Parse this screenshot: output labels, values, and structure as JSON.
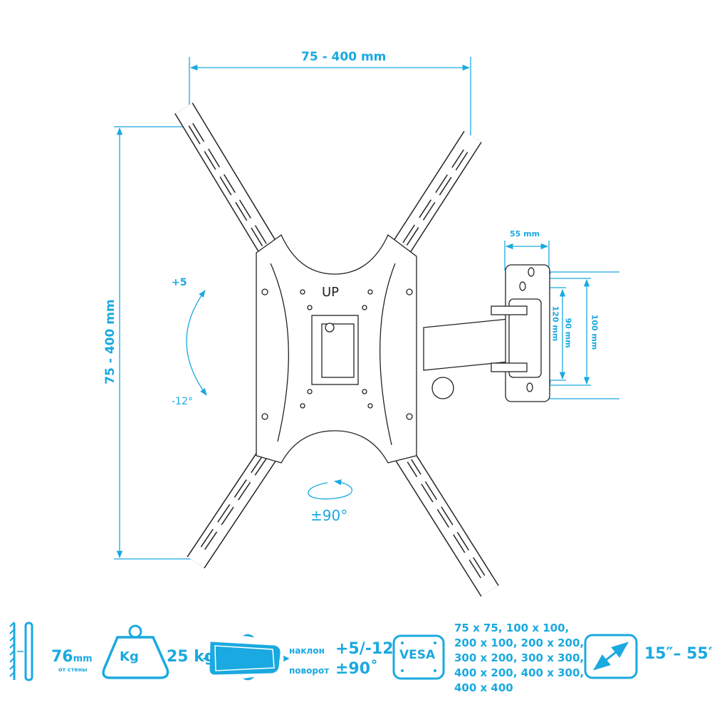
{
  "dimensions": {
    "horizontal": "75 - 400 mm",
    "vertical": "75 - 400 mm",
    "bracket_width": "55 mm",
    "bracket_120": "120 mm",
    "bracket_90": "90 mm",
    "bracket_100": "100 mm"
  },
  "angles": {
    "tilt_up": "+5",
    "tilt_down": "-12°",
    "swivel": "±90°"
  },
  "plate_label": "UP",
  "specs": {
    "wall_distance_value": "76",
    "wall_distance_unit": "mm",
    "wall_distance_caption": "от стены",
    "weight_icon_label": "Kg",
    "max_load": "25 kg",
    "tilt_label": "наклон",
    "tilt_value": "+5/-12",
    "swivel_label": "поворот",
    "swivel_value": "±90˚",
    "vesa_icon_label": "VESA",
    "vesa_sizes": [
      "75 x 75, 100 x 100,",
      "200 x 100, 200 x 200,",
      "300 x 200, 300 x 300,",
      "400 x 200, 400 x 300,",
      "400 x 400"
    ],
    "screen_size": "15″– 55″"
  },
  "colors": {
    "accent": "#1aa9e0",
    "line": "#222222"
  }
}
